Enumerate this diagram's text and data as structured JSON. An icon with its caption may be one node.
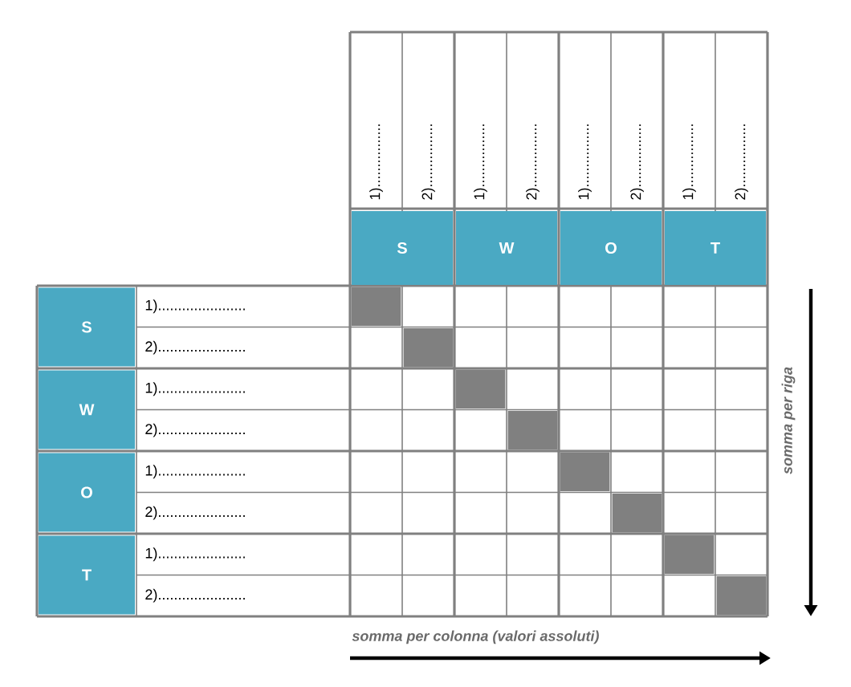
{
  "diagram": {
    "labels": [
      "1)................",
      "2)................",
      "1)................",
      "2)................",
      "1)................",
      "2)................",
      "1)................",
      "2)................",
      "S",
      "W",
      "O",
      "T",
      "S",
      "1)......................",
      "2)......................",
      "W",
      "1)......................",
      "2)......................",
      "O",
      "1)......................",
      "2)......................",
      "T",
      "1)......................",
      "2)......................",
      "somma per riga",
      "somma per colonna (valori assoluti)"
    ]
  }
}
